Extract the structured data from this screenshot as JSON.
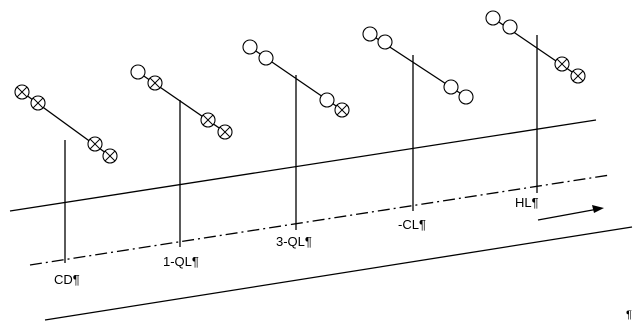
{
  "diagram": {
    "poles": [
      {
        "label": "CD¶",
        "lamp_style": "crossed"
      },
      {
        "label": "1-QL¶",
        "lamp_style": "mixed"
      },
      {
        "label": "3-QL¶",
        "lamp_style": "mixed"
      },
      {
        "label": "-CL¶",
        "lamp_style": "plain"
      },
      {
        "label": "HL¶",
        "lamp_style": "mixed"
      }
    ],
    "corner_mark": "¶"
  }
}
